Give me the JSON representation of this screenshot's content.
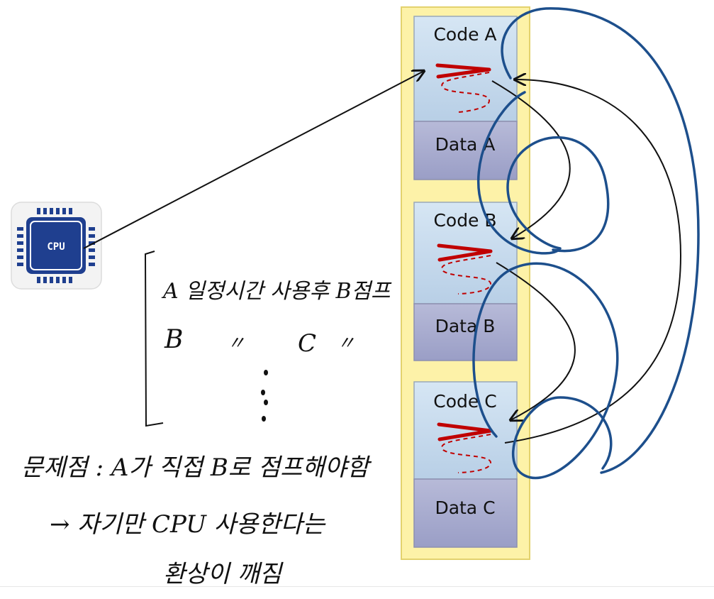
{
  "memory": {
    "blocks": [
      {
        "code_label": "Code A",
        "data_label": "Data A"
      },
      {
        "code_label": "Code B",
        "data_label": "Data B"
      },
      {
        "code_label": "Code C",
        "data_label": "Data C"
      }
    ]
  },
  "cpu": {
    "label": "CPU"
  },
  "notes": {
    "line1": "A 일정시간 사용후 B점프",
    "line2_left": "B",
    "line2_mid": "〃",
    "line2_right": "C",
    "line2_end": "〃",
    "line4_problem": "문제점 : A가 직접 B로 점프해야함",
    "line5": "→ 자기만 CPU 사용한다는",
    "line6": "환상이 깨짐"
  },
  "colors": {
    "memory_outer": "#fdf2a8",
    "memory_border": "#e6d676",
    "code_fill": "#c5d9ec",
    "data_fill": "#aaaed0",
    "red_arrow": "#c00000",
    "blue_ink": "#1d4f8c",
    "black_arrow": "#111111",
    "cpu_blue": "#1f3f8f"
  }
}
